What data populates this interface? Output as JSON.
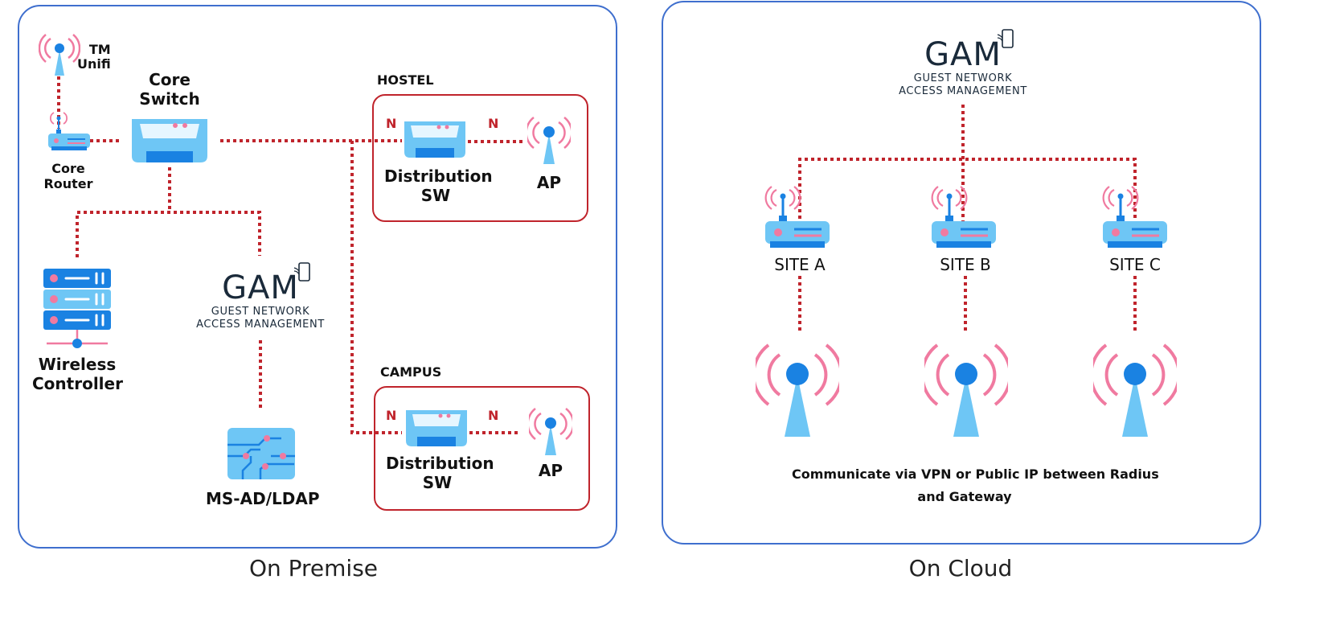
{
  "on_premise": {
    "caption": "On Premise",
    "tm_unifi": [
      "TM",
      "Unifi"
    ],
    "core_router": [
      "Core",
      "Router"
    ],
    "core_switch": [
      "Core",
      "Switch"
    ],
    "wireless_controller": [
      "Wireless",
      "Controller"
    ],
    "gam_logo": {
      "title": "GAM",
      "line1": "GUEST NETWORK",
      "line2": "ACCESS MANAGEMENT"
    },
    "ldap": "MS-AD/LDAP",
    "hostel": {
      "title": "HOSTEL",
      "n_left": "N",
      "n_right": "N",
      "dist": [
        "Distribution",
        "SW"
      ],
      "ap": "AP"
    },
    "campus": {
      "title": "CAMPUS",
      "n_left": "N",
      "n_right": "N",
      "dist": [
        "Distribution",
        "SW"
      ],
      "ap": "AP"
    }
  },
  "on_cloud": {
    "caption": "On Cloud",
    "gam_logo": {
      "title": "GAM",
      "line1": "GUEST NETWORK",
      "line2": "ACCESS MANAGEMENT"
    },
    "sites": [
      "SITE A",
      "SITE B",
      "SITE C"
    ],
    "note": [
      "Communicate via VPN or Public IP between Radius",
      "and Gateway"
    ]
  },
  "colors": {
    "panel_border": "#3f6fce",
    "link": "#c0242c",
    "device_light": "#6ec6f5",
    "device_dark": "#1a82e2",
    "signal": "#f07aa0"
  }
}
